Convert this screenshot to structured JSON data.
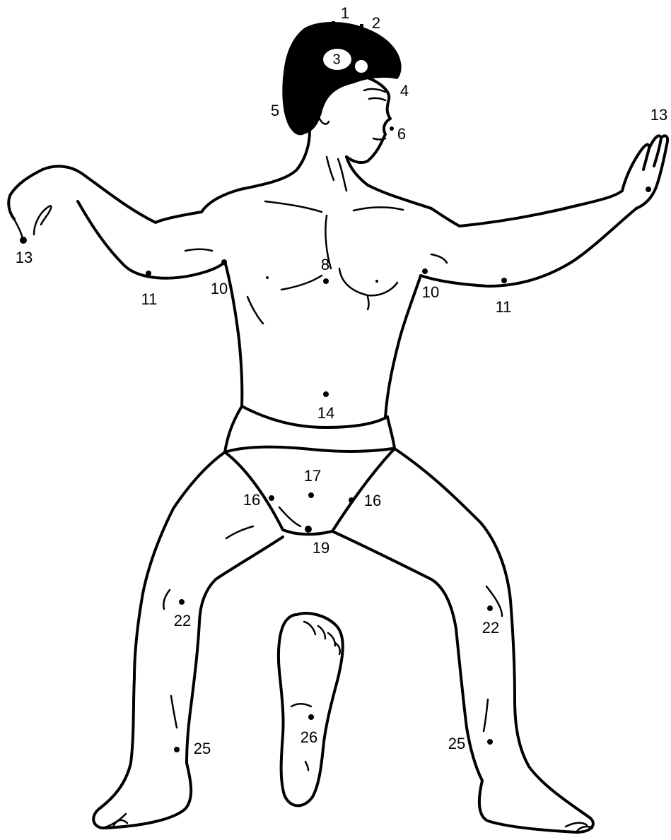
{
  "points": [
    {
      "id": "p1",
      "label": "1"
    },
    {
      "id": "p2",
      "label": "2"
    },
    {
      "id": "p3",
      "label": "3"
    },
    {
      "id": "p4",
      "label": "4"
    },
    {
      "id": "p5",
      "label": "5"
    },
    {
      "id": "p6",
      "label": "6"
    },
    {
      "id": "p8",
      "label": "8"
    },
    {
      "id": "p10-right",
      "label": "10"
    },
    {
      "id": "p10-left",
      "label": "10"
    },
    {
      "id": "p11-right",
      "label": "11"
    },
    {
      "id": "p11-left",
      "label": "11"
    },
    {
      "id": "p13-right",
      "label": "13"
    },
    {
      "id": "p13-left",
      "label": "13"
    },
    {
      "id": "p14",
      "label": "14"
    },
    {
      "id": "p16-right",
      "label": "16"
    },
    {
      "id": "p16-left",
      "label": "16"
    },
    {
      "id": "p17",
      "label": "17"
    },
    {
      "id": "p19",
      "label": "19"
    },
    {
      "id": "p22-right",
      "label": "22"
    },
    {
      "id": "p22-left",
      "label": "22"
    },
    {
      "id": "p25-right",
      "label": "25"
    },
    {
      "id": "p25-left",
      "label": "25"
    },
    {
      "id": "p26",
      "label": "26"
    }
  ]
}
